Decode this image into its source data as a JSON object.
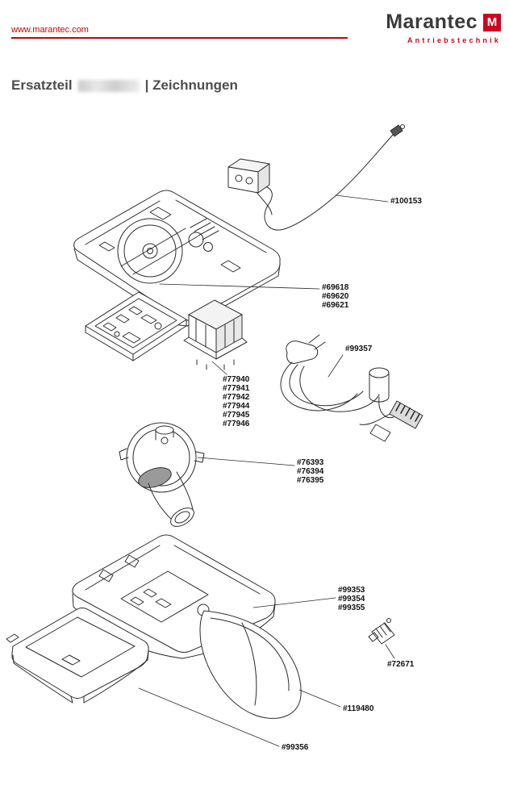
{
  "header": {
    "url": "www.marantec.com",
    "brand": "Marantec",
    "brand_m": "M",
    "brand_sub": "Antriebstechnik"
  },
  "title": {
    "left": "Ersatzteil",
    "right": "| Zeichnungen"
  },
  "colors": {
    "accent_red": "#cc0000",
    "brand_red": "#d2001e",
    "heading_gray": "#4d4d4d",
    "line": "#2b2b2b"
  },
  "diagram": {
    "groups": [
      {
        "name": "antenna-module",
        "numbers": [
          "#100153"
        ]
      },
      {
        "name": "chassis",
        "numbers": [
          "#69618",
          "#69620",
          "#69621"
        ]
      },
      {
        "name": "power-cord",
        "numbers": [
          "#99357"
        ]
      },
      {
        "name": "control-unit",
        "numbers": [
          "#77940",
          "#77941",
          "#77942",
          "#77944",
          "#77945",
          "#77946"
        ]
      },
      {
        "name": "lamp-socket",
        "numbers": [
          "#76393",
          "#76394",
          "#76395"
        ]
      },
      {
        "name": "housing",
        "numbers": [
          "#99353",
          "#99354",
          "#99355"
        ]
      },
      {
        "name": "bulb",
        "numbers": [
          "#72671"
        ]
      },
      {
        "name": "light-cover",
        "numbers": [
          "#119480"
        ]
      },
      {
        "name": "bottom-cover",
        "numbers": [
          "#99356"
        ]
      }
    ]
  }
}
